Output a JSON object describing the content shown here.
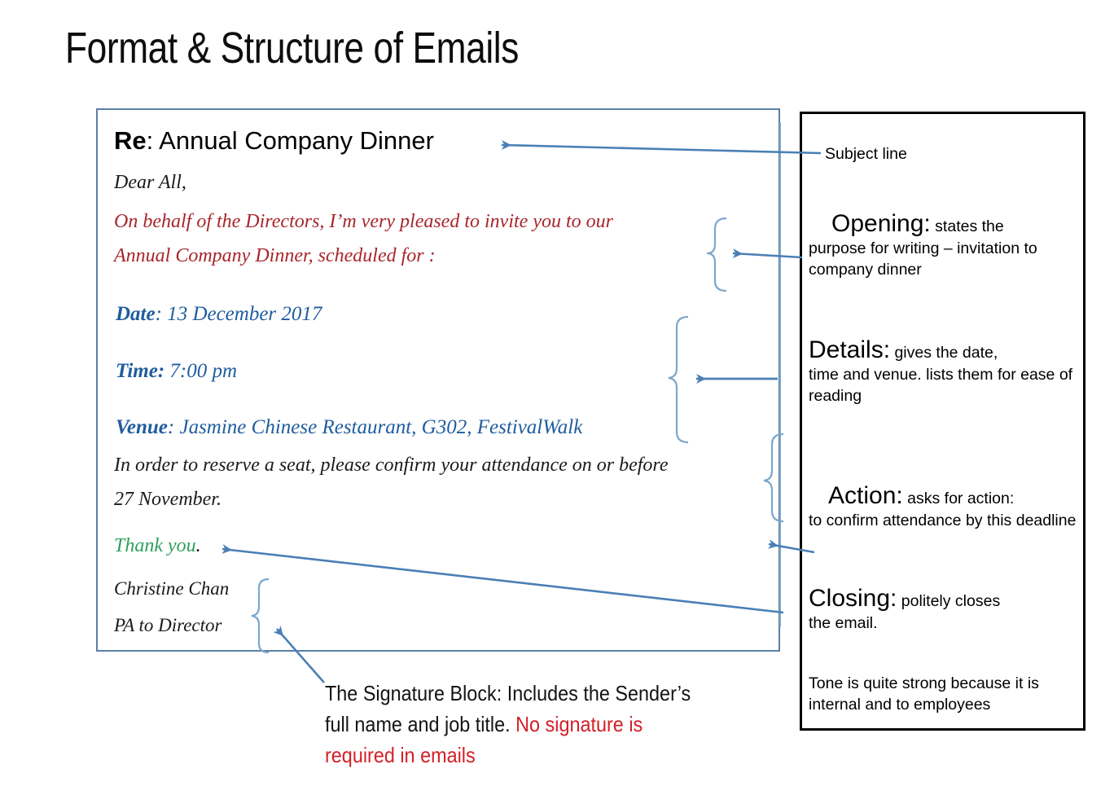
{
  "title": "Format & Structure of Emails",
  "email": {
    "subject_prefix": "Re",
    "subject_sep": ": ",
    "subject_text": "Annual Company Dinner",
    "greeting": "Dear All,",
    "opening_line_1": "On behalf of the Directors, I’m very pleased to invite you to our",
    "opening_line_2": "Annual Company Dinner, scheduled for :",
    "details": {
      "date_label": "Date",
      "date_sep": ": ",
      "date_value": "13 December 2017",
      "time_label": "Time:",
      "time_value": " 7:00 pm",
      "venue_label": "Venue",
      "venue_sep": ":  ",
      "venue_value": "Jasmine Chinese Restaurant, G302, FestivalWalk"
    },
    "action_line_1": "In order to reserve a seat, please confirm your attendance on or before",
    "action_line_2": "27 November.",
    "closing_text": "Thank you",
    "closing_period": ".",
    "signature_name": "Christine Chan",
    "signature_title": "PA to Director"
  },
  "notes": {
    "subject": "Subject line",
    "opening": {
      "head": "Opening:",
      "tail": " states the",
      "rest": "purpose for writing – invitation to company dinner"
    },
    "details": {
      "head": "Details:",
      "tail": " gives the date,",
      "rest": "time and venue. lists them for ease of reading"
    },
    "action": {
      "head": "Action:",
      "tail": " asks for action:",
      "rest": "to confirm attendance by this deadline"
    },
    "closing": {
      "head": "Closing:",
      "tail": " politely closes",
      "rest": "the email."
    },
    "tone": "Tone is quite strong because it is internal and to employees"
  },
  "caption": {
    "black_text": "The Signature Block: Includes the Sender’s full name and job title.  ",
    "red_text": "No signature is required in emails"
  },
  "colors": {
    "email_border": "#5b7fa6",
    "panel_border": "#000000",
    "arrow": "#4a7fb5",
    "brace": "#7ba7cc",
    "opening_text": "#a8252b",
    "details_text": "#1f5c9e",
    "closing_text": "#2fa05e",
    "caption_red": "#d42027"
  }
}
